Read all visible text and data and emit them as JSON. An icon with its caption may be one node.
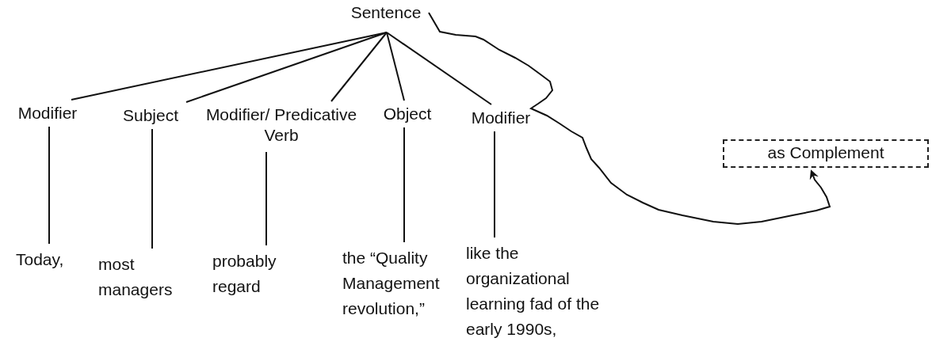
{
  "diagram": {
    "nodes": [
      {
        "text": [
          "Sentence"
        ]
      },
      {
        "text": [
          "Modifier"
        ]
      },
      {
        "text": [
          "Subject"
        ]
      },
      {
        "text": [
          "Modifier/ Predicative Verb"
        ]
      },
      {
        "text": [
          "Object"
        ]
      },
      {
        "text": [
          "Modifier"
        ]
      },
      {
        "text": [
          "Today,"
        ]
      },
      {
        "text": [
          "most managers"
        ]
      },
      {
        "text": [
          "probably regard"
        ]
      },
      {
        "text": [
          "the “Quality Management revolution,”"
        ]
      },
      {
        "text": [
          "like the organizational learning fad of the early 1990s,"
        ]
      },
      {
        "text": [
          "as Complement"
        ]
      }
    ],
    "edges": [
      {
        "from": 0,
        "to": 1,
        "arrow": "none"
      },
      {
        "from": 0,
        "to": 2,
        "arrow": "none"
      },
      {
        "from": 0,
        "to": 3,
        "arrow": "none"
      },
      {
        "from": 0,
        "to": 4,
        "arrow": "none"
      },
      {
        "from": 0,
        "to": 5,
        "arrow": "none"
      },
      {
        "from": 1,
        "to": 6,
        "arrow": "none"
      },
      {
        "from": 2,
        "to": 7,
        "arrow": "none"
      },
      {
        "from": 3,
        "to": 8,
        "arrow": "none"
      },
      {
        "from": 4,
        "to": 9,
        "arrow": "none"
      },
      {
        "from": 5,
        "to": 10,
        "arrow": "none"
      },
      {
        "from": 0,
        "to": 11,
        "arrow": "to"
      }
    ]
  }
}
